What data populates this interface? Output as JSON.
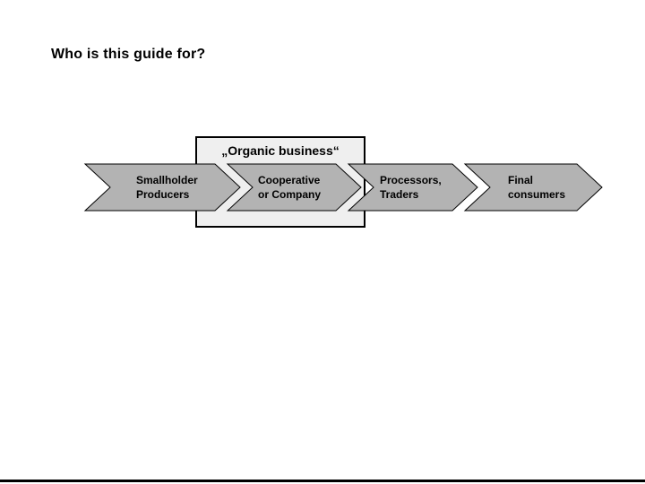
{
  "slide": {
    "title": "Who is this guide for?"
  },
  "diagram": {
    "box_label": "„Organic business“",
    "segments": [
      {
        "id": "smallholder-producers",
        "label": "Smallholder\nProducers"
      },
      {
        "id": "cooperative-or-company",
        "label": "Cooperative\nor Company"
      },
      {
        "id": "processors-traders",
        "label": "Processors,\nTraders"
      },
      {
        "id": "final-consumers",
        "label": "Final\nconsumers"
      }
    ]
  },
  "colors": {
    "background": "#ffffff",
    "arrow_fill": "#b3b3b3",
    "arrow_outline": "#000000",
    "box_fill": "#efefef",
    "box_border": "#000000",
    "text": "#000000"
  }
}
